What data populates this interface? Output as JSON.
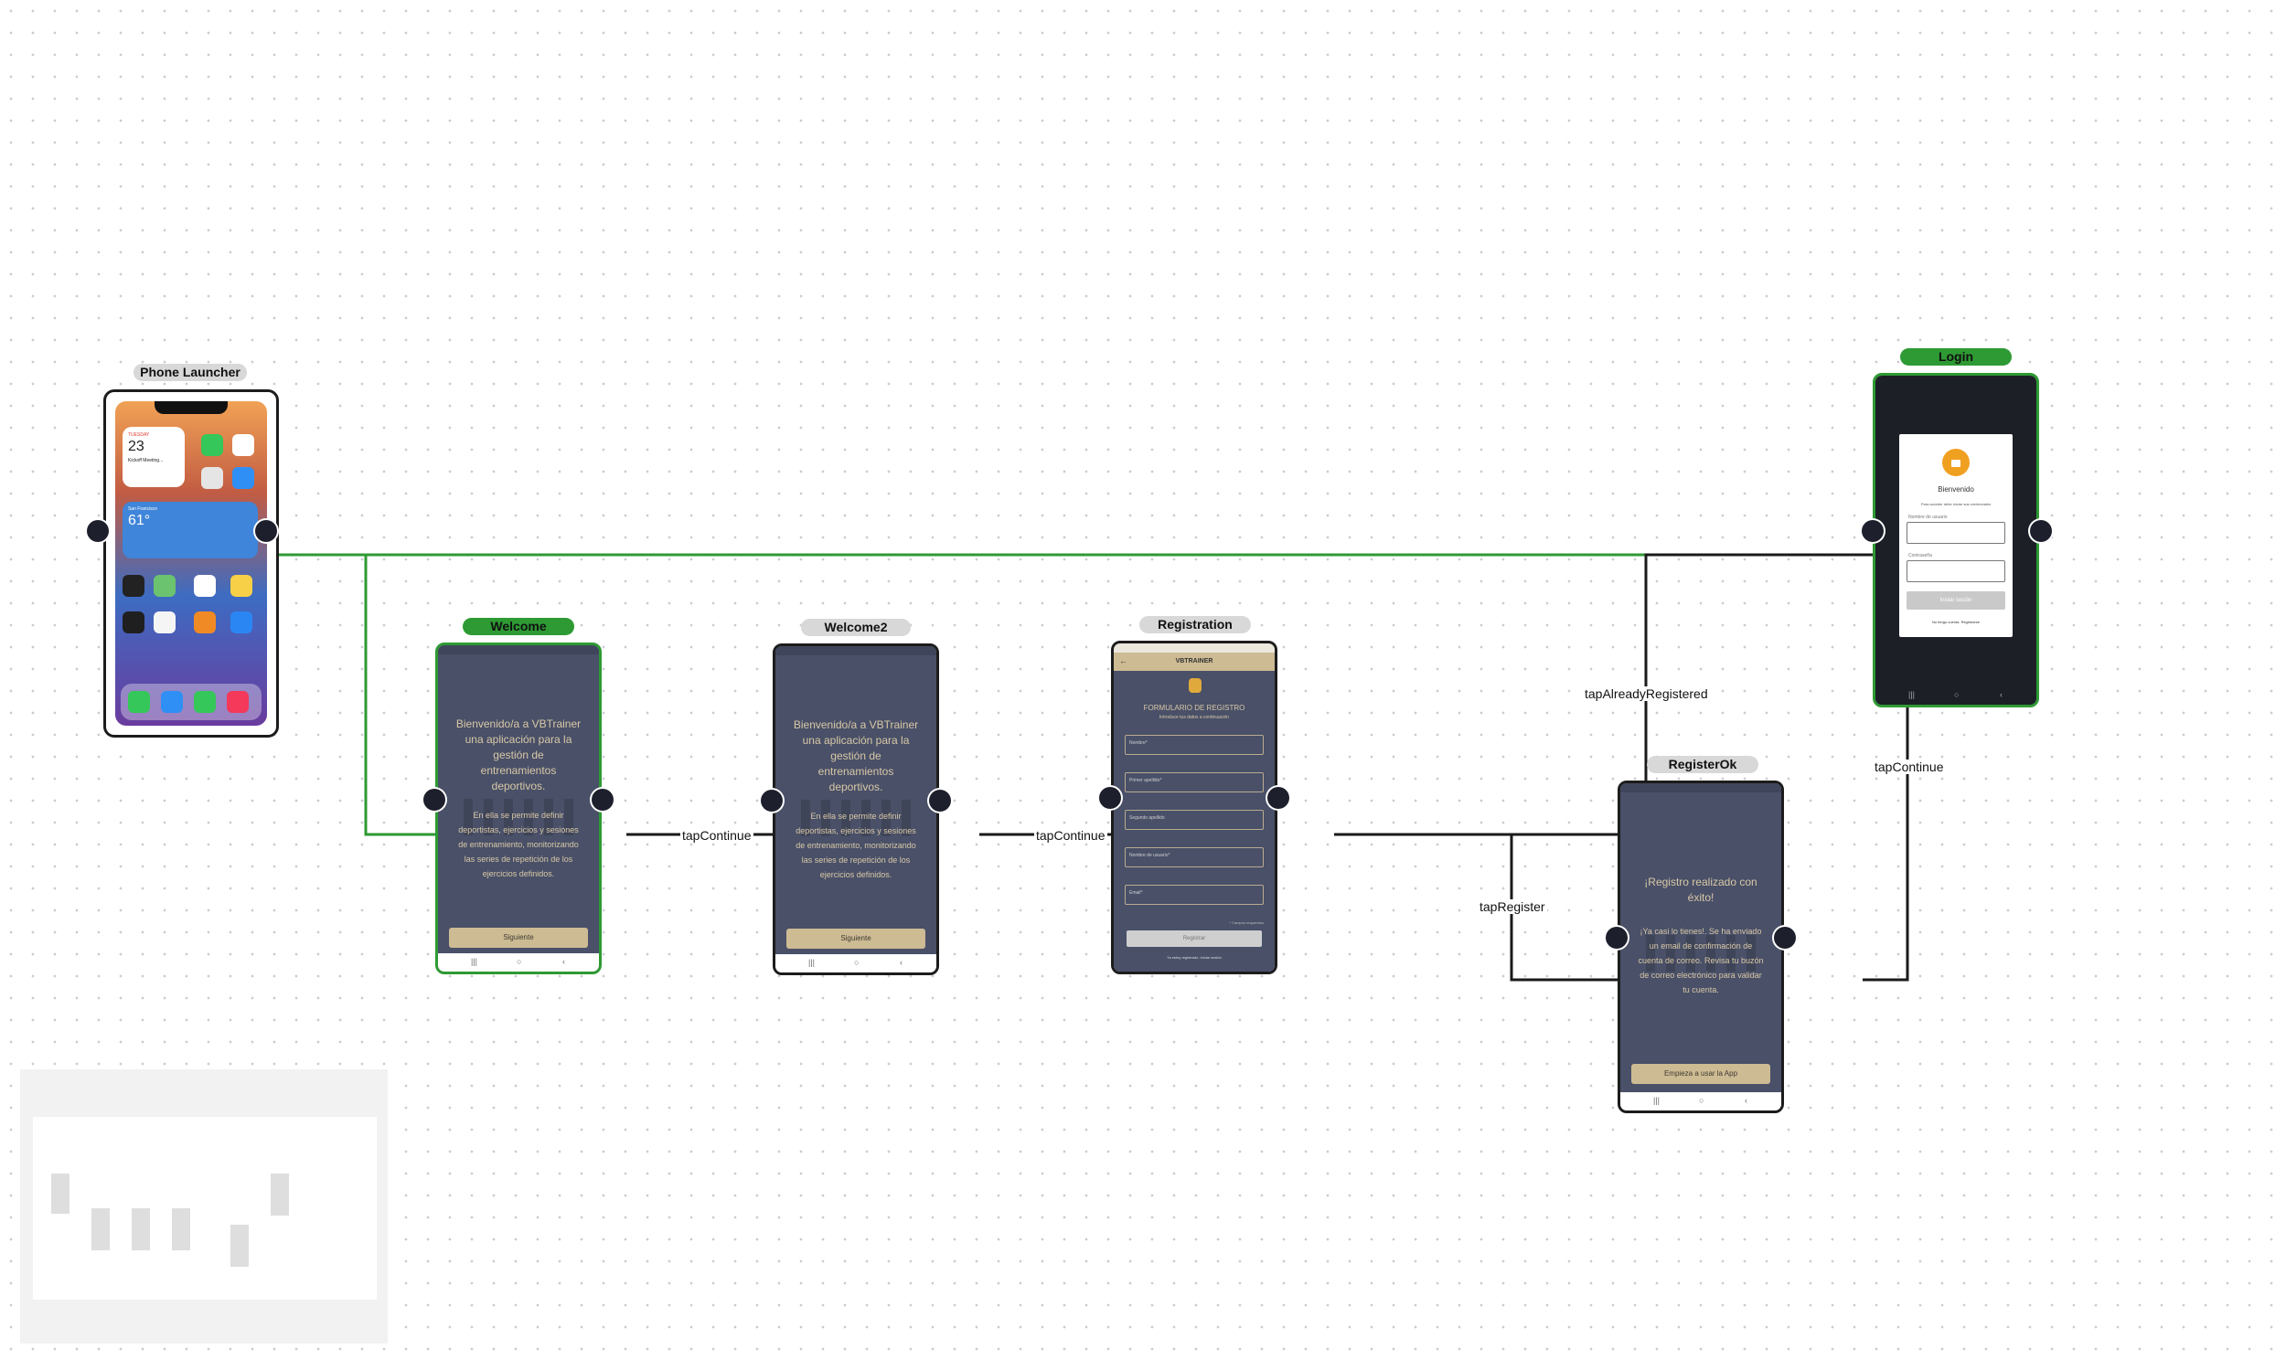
{
  "nodes": {
    "phone_launcher": {
      "label": "Phone Launcher",
      "active": false
    },
    "welcome": {
      "label": "Welcome",
      "active": true,
      "text_intro": "Bienvenido/a a VBTrainer una aplicación para la gestión de entrenamientos deportivos.",
      "text_body": "En ella se permite definir deportistas, ejercicios y sesiones de entrenamiento, monitorizando las series de repetición de los ejercicios definidos.",
      "button": "Siguiente"
    },
    "welcome2": {
      "label": "Welcome2",
      "active": false,
      "text_intro": "Bienvenido/a a VBTrainer una aplicación para la gestión de entrenamientos deportivos.",
      "text_body": "En ella se permite definir deportistas, ejercicios y sesiones de entrenamiento, monitorizando las series de repetición de los ejercicios definidos.",
      "button": "Siguiente"
    },
    "registration": {
      "label": "Registration",
      "active": false,
      "app_title": "VBTRAINER",
      "form_title": "FORMULARIO DE REGISTRO",
      "form_subtitle": "Introduce tus datos a continuación",
      "fields": [
        "Nombre*",
        "Primer apellido*",
        "Segundo apellido",
        "Nombre de usuario*",
        "Email*"
      ],
      "note": "* Campos requeridos",
      "button": "Registrar",
      "footer": "Ya estoy registrado. Iniciar sesión"
    },
    "register_ok": {
      "label": "RegisterOk",
      "active": false,
      "title": "¡Registro realizado con éxito!",
      "body": "¡Ya casi lo tienes!. Se ha enviado un email de confirmación de cuenta de correo. Revisa tu buzón de correo electrónico para validar tu cuenta.",
      "button": "Empieza a usar la App"
    },
    "login": {
      "label": "Login",
      "active": true,
      "welcome": "Bienvenido",
      "subtitle": "Para acceder debe iniciar sus credenciales",
      "username_label": "Nombre de usuario",
      "password_label": "Contraseña",
      "button": "Iniciar sesión",
      "footer": "No tengo cuenta. Registrarse"
    }
  },
  "edges": [
    {
      "from": "phone_launcher",
      "to": "welcome",
      "label": "",
      "active": true
    },
    {
      "from": "phone_launcher",
      "to": "login",
      "label": "",
      "active": true
    },
    {
      "from": "welcome",
      "to": "welcome2",
      "label": "tapContinue",
      "active": false
    },
    {
      "from": "welcome2",
      "to": "registration",
      "label": "tapContinue",
      "active": false
    },
    {
      "from": "registration",
      "to": "login",
      "label": "tapAlreadyRegistered",
      "active": false
    },
    {
      "from": "registration",
      "to": "register_ok",
      "label": "tapRegister",
      "active": false
    },
    {
      "from": "register_ok",
      "to": "login",
      "label": "tapContinue",
      "active": false
    }
  ],
  "ios": {
    "calendar_day": "TUESDAY",
    "calendar_date": "23",
    "event": "Kickoff Meeting...",
    "weather_city": "San Francisco",
    "weather_temp": "61°"
  },
  "colors": {
    "active": "#2e9a33",
    "edge": "#1a1a1a",
    "handle": "#1d1f2c",
    "screen_bg": "#495068",
    "accent": "#cdbb93"
  }
}
